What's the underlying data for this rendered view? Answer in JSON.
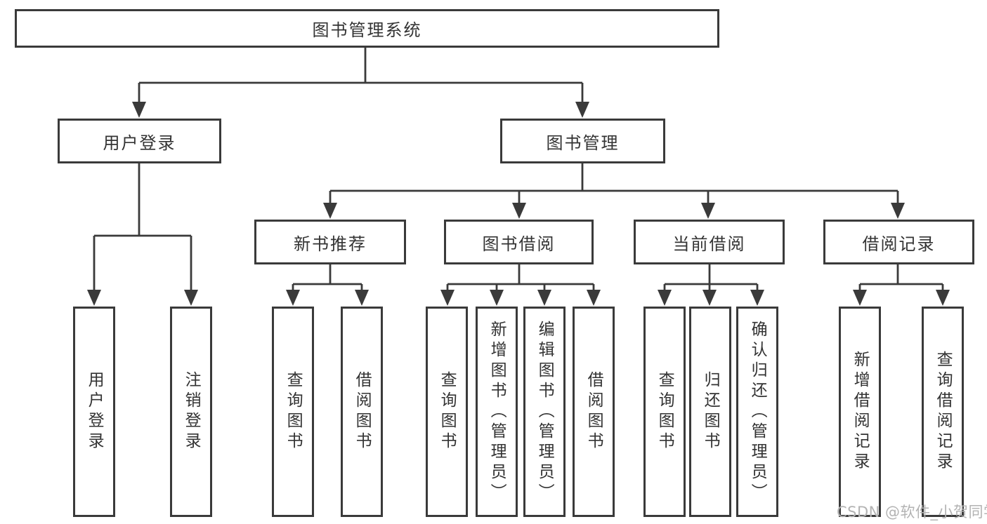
{
  "tree": {
    "label": "图书管理系统",
    "children": [
      {
        "label": "用户登录",
        "children": [
          {
            "label": "用户登录"
          },
          {
            "label": "注销登录"
          }
        ]
      },
      {
        "label": "图书管理",
        "children": [
          {
            "label": "新书推荐",
            "children": [
              {
                "label": "查询图书"
              },
              {
                "label": "借阅图书"
              }
            ]
          },
          {
            "label": "图书借阅",
            "children": [
              {
                "label": "查询图书"
              },
              {
                "label": "新增图书（管理员）"
              },
              {
                "label": "编辑图书（管理员）"
              },
              {
                "label": "借阅图书"
              }
            ]
          },
          {
            "label": "当前借阅",
            "children": [
              {
                "label": "查询图书"
              },
              {
                "label": "归还图书"
              },
              {
                "label": "确认归还（管理员）"
              }
            ]
          },
          {
            "label": "借阅记录",
            "children": [
              {
                "label": "新增借阅记录"
              },
              {
                "label": "查询借阅记录"
              }
            ]
          }
        ]
      }
    ]
  },
  "watermark": "CSDN @软件_小贺同学",
  "colors": {
    "background": "#ffffff",
    "box_border": "#3a3a3a",
    "connector_line": "#3a3a3a",
    "text": "#333333",
    "watermark_text": "#b3b3b3"
  }
}
